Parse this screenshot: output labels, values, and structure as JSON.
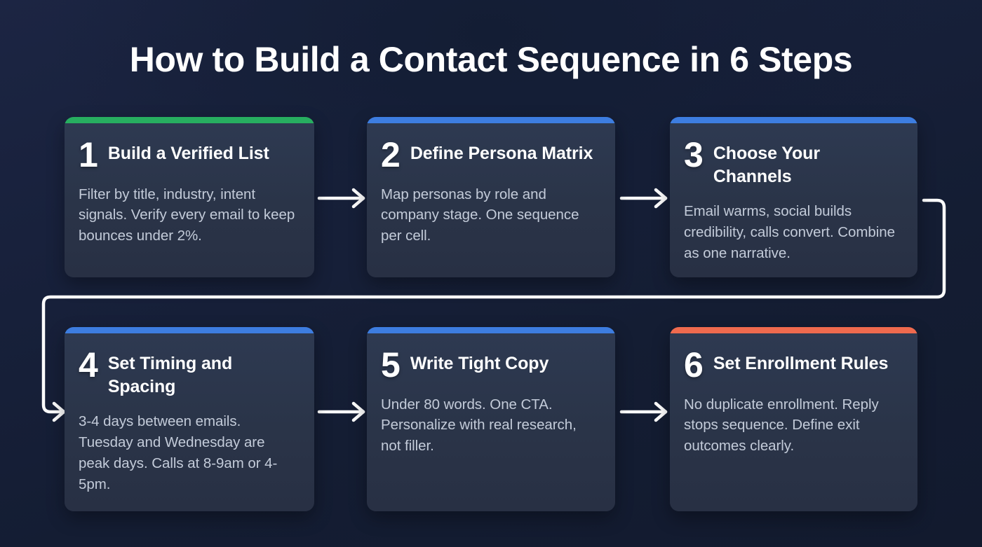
{
  "page": {
    "title": "How to Build a Contact Sequence in 6 Steps",
    "background_top": "#1c2543",
    "background_bottom": "#121a2e",
    "card_background": "#2a3448",
    "title_color": "#ffffff",
    "body_text_color": "#c3cbd9",
    "connector_color": "#ffffff"
  },
  "accents": {
    "green": "#27ae60",
    "blue": "#3d7de0",
    "orange": "#ef6a4e"
  },
  "steps": [
    {
      "number": "1",
      "title": "Build a Verified List",
      "body": "Filter by title, industry, intent signals. Verify every email to keep bounces under 2%.",
      "accent_color": "#27ae60",
      "accent_name": "green"
    },
    {
      "number": "2",
      "title": "Define Persona Matrix",
      "body": "Map personas by role and company stage. One sequence per cell.",
      "accent_color": "#3d7de0",
      "accent_name": "blue"
    },
    {
      "number": "3",
      "title": "Choose Your Channels",
      "body": "Email warms, social builds credibility, calls convert. Combine as one narrative.",
      "accent_color": "#3d7de0",
      "accent_name": "blue"
    },
    {
      "number": "4",
      "title": "Set Timing and Spacing",
      "body": "3-4 days between emails. Tuesday and Wednesday are peak days. Calls at 8-9am or 4-5pm.",
      "accent_color": "#3d7de0",
      "accent_name": "blue"
    },
    {
      "number": "5",
      "title": "Write Tight Copy",
      "body": "Under 80 words. One CTA. Personalize with real research, not filler.",
      "accent_color": "#3d7de0",
      "accent_name": "blue"
    },
    {
      "number": "6",
      "title": "Set Enrollment Rules",
      "body": "No duplicate enrollment. Reply stops sequence. Define exit outcomes clearly.",
      "accent_color": "#ef6a4e",
      "accent_name": "orange"
    }
  ],
  "connectors": [
    {
      "name": "arrow-step1-to-step2",
      "from": "1",
      "to": "2",
      "direction": "right"
    },
    {
      "name": "arrow-step2-to-step3",
      "from": "2",
      "to": "3",
      "direction": "right"
    },
    {
      "name": "arrow-step3-to-step4",
      "from": "3",
      "to": "4",
      "direction": "wrap-down-left"
    },
    {
      "name": "arrow-step4-to-step5",
      "from": "4",
      "to": "5",
      "direction": "right"
    },
    {
      "name": "arrow-step5-to-step6",
      "from": "5",
      "to": "6",
      "direction": "right"
    }
  ]
}
